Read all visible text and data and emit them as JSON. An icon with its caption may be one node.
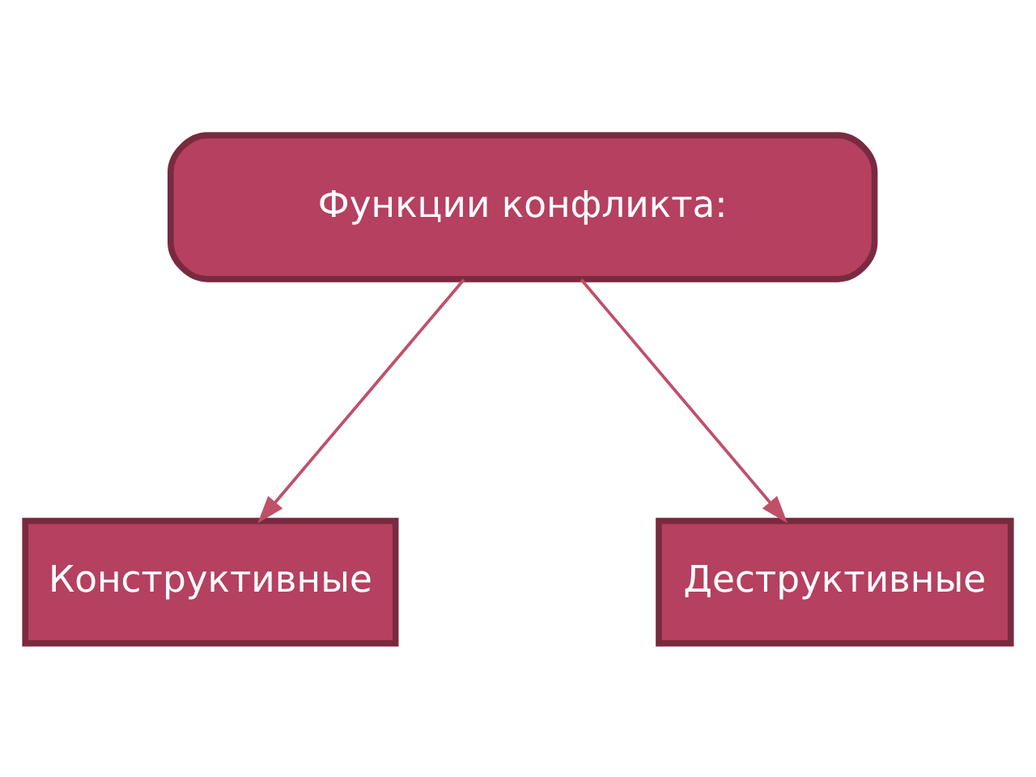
{
  "diagram": {
    "nodes": [
      {
        "text": [
          "Функции конфликта:"
        ]
      },
      {
        "text": [
          "Конструктивные"
        ]
      },
      {
        "text": [
          "Деструктивные"
        ]
      }
    ],
    "edges": [
      {
        "from": 0,
        "to": 1,
        "arrow": "to"
      },
      {
        "from": 0,
        "to": 2,
        "arrow": "to"
      }
    ]
  }
}
